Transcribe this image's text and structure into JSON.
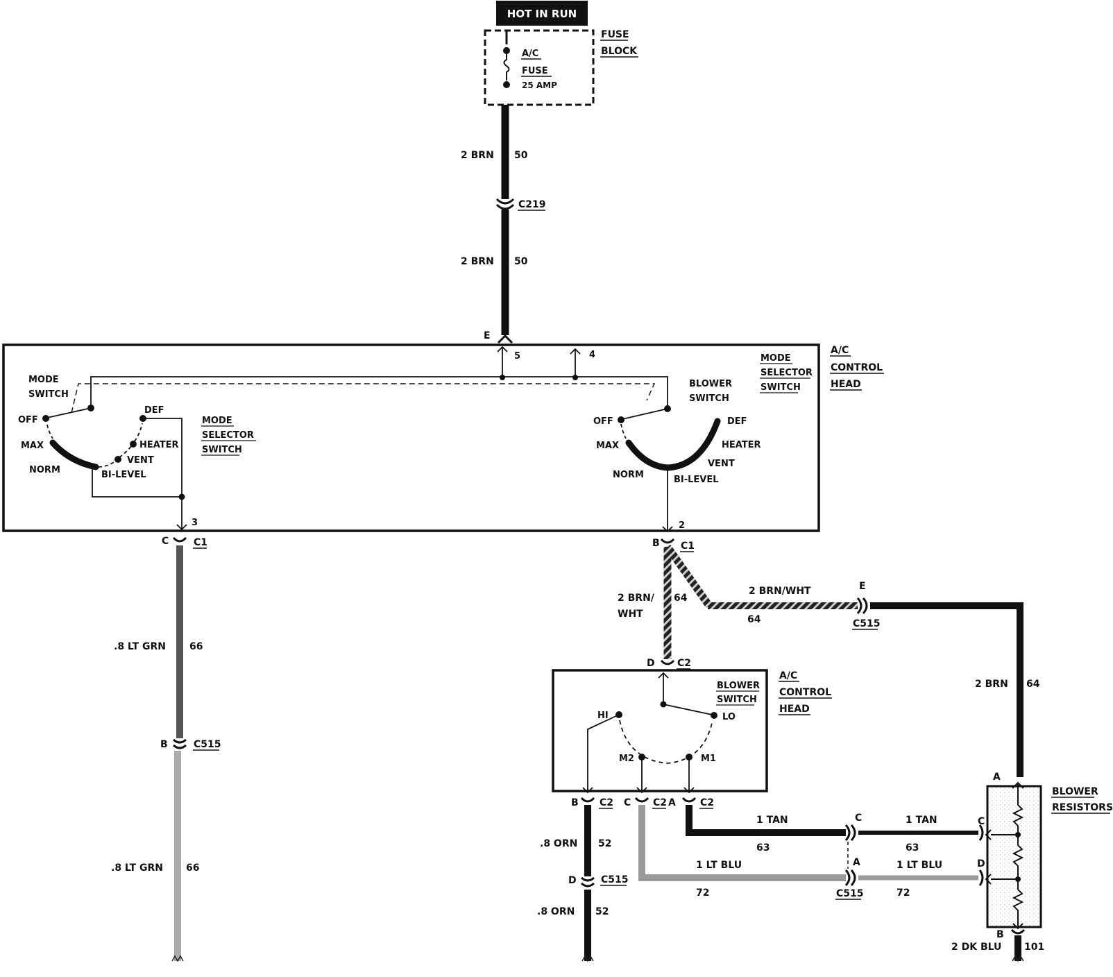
{
  "header": {
    "hot_in_run": "HOT IN RUN"
  },
  "fuse_block": {
    "title_1": "FUSE",
    "title_2": "BLOCK",
    "fuse_line1": "A/C",
    "fuse_line2": "FUSE",
    "fuse_rating": "25 AMP"
  },
  "upper_head": {
    "title_1": "A/C",
    "title_2": "CONTROL",
    "title_3": "HEAD"
  },
  "lower_head": {
    "title_1": "A/C",
    "title_2": "CONTROL",
    "title_3": "HEAD"
  },
  "mode_switch": {
    "line1": "MODE",
    "line2": "SWITCH"
  },
  "mode_selector_left": {
    "line1": "MODE",
    "line2": "SELECTOR",
    "line3": "SWITCH"
  },
  "mode_selector_right": {
    "line1": "MODE",
    "line2": "SELECTOR",
    "line3": "SWITCH"
  },
  "blower_switch_upper": {
    "line1": "BLOWER",
    "line2": "SWITCH"
  },
  "blower_switch_lower": {
    "line1": "BLOWER",
    "line2": "SWITCH"
  },
  "positions": {
    "off": "OFF",
    "max": "MAX",
    "norm": "NORM",
    "bi_level": "BI-LEVEL",
    "vent": "VENT",
    "heater": "HEATER",
    "def": "DEF"
  },
  "blower_positions": {
    "hi": "HI",
    "m2": "M2",
    "m1": "M1",
    "lo": "LO"
  },
  "blower_resistors": {
    "line1": "BLOWER",
    "line2": "RESISTORS"
  },
  "connectors": {
    "c219": "C219",
    "c1": "C1",
    "c2": "C2",
    "c515": "C515",
    "pin_a": "A",
    "pin_b": "B",
    "pin_c": "C",
    "pin_d": "D",
    "pin_e": "E",
    "term_2": "2",
    "term_3": "3",
    "term_4": "4",
    "term_5": "5"
  },
  "wires": {
    "brn_2": "2 BRN",
    "c50": "50",
    "brn_wht_2a": "2 BRN/",
    "brn_wht_2b": "WHT",
    "brn_wht_2": "2 BRN/WHT",
    "c64": "64",
    "lt_grn": ".8 LT GRN",
    "c66": "66",
    "orn": ".8 ORN",
    "c52": "52",
    "tan": "1 TAN",
    "c63": "63",
    "lt_blu": "1 LT BLU",
    "c72": "72",
    "dk_blu": "2 DK BLU",
    "c101": "101"
  }
}
